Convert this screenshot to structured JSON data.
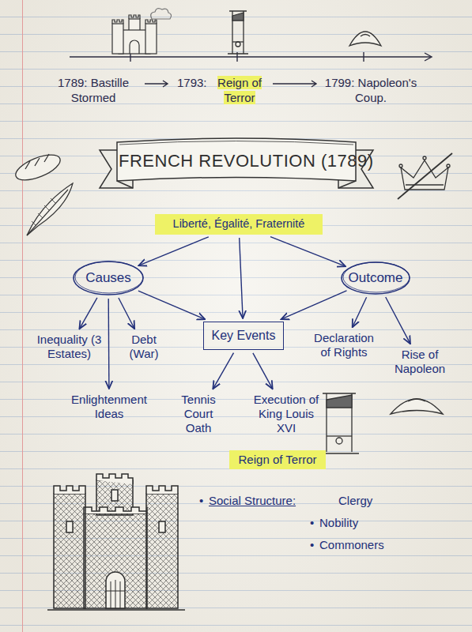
{
  "diagram": {
    "title": "FRENCH REVOLUTION (1789)",
    "nodes": [
      {
        "text": [
          "Liberté, Égalité, Fraternité"
        ]
      },
      {
        "text": [
          "Causes"
        ]
      },
      {
        "text": [
          "Outcome"
        ]
      },
      {
        "text": [
          "Key Events"
        ]
      },
      {
        "text": [
          "Inequality (3 Estates)"
        ]
      },
      {
        "text": [
          "Debt (War)"
        ]
      },
      {
        "text": [
          "Declaration of Rights"
        ]
      },
      {
        "text": [
          "Rise of Napoleon"
        ]
      },
      {
        "text": [
          "Enlightenment Ideas"
        ]
      },
      {
        "text": [
          "Tennis Court Oath"
        ]
      },
      {
        "text": [
          "Execution of King Louis XVI"
        ]
      },
      {
        "text": [
          "Reign of Terror"
        ]
      }
    ],
    "edges": [
      {
        "from": 0,
        "to": 1,
        "arrow": "to"
      },
      {
        "from": 0,
        "to": 3,
        "arrow": "to"
      },
      {
        "from": 0,
        "to": 2,
        "arrow": "to"
      },
      {
        "from": 1,
        "to": 4,
        "arrow": "to"
      },
      {
        "from": 1,
        "to": 5,
        "arrow": "to"
      },
      {
        "from": 1,
        "to": 8,
        "arrow": "to"
      },
      {
        "from": 1,
        "to": 3,
        "arrow": "to"
      },
      {
        "from": 2,
        "to": 3,
        "arrow": "to"
      },
      {
        "from": 2,
        "to": 6,
        "arrow": "to"
      },
      {
        "from": 2,
        "to": 7,
        "arrow": "to"
      },
      {
        "from": 3,
        "to": 9,
        "arrow": "to"
      },
      {
        "from": 3,
        "to": 10,
        "arrow": "to"
      }
    ],
    "labels": [
      "1789: Bastille Stormed",
      "1793:",
      "Reign of Terror",
      "1799: Napoleon's Coup.",
      "•",
      "Social Structure:",
      "Clergy",
      "•",
      "Nobility",
      "•",
      "Commoners"
    ]
  }
}
